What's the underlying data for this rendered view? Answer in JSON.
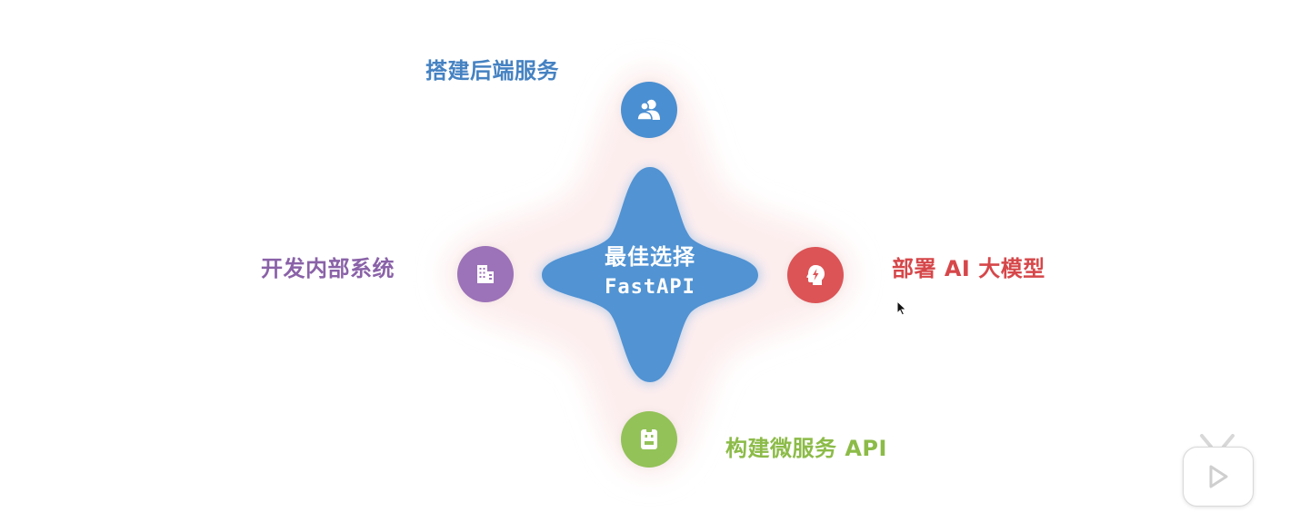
{
  "center": {
    "line1": "最佳选择",
    "line2": "FastAPI",
    "color": "#5193d3"
  },
  "nodes": {
    "top": {
      "label": "搭建后端服务",
      "icon": "users-icon",
      "color": "#4a8fd1"
    },
    "left": {
      "label": "开发内部系统",
      "icon": "building-icon",
      "color": "#9c72b8"
    },
    "right": {
      "label": "部署 AI 大模型",
      "icon": "brain-bolt-icon",
      "color": "#dc5456"
    },
    "bottom": {
      "label": "构建微服务 API",
      "icon": "badge-icon",
      "color": "#93c258"
    }
  },
  "background_glow_color": "#fdeeee",
  "overlay": {
    "icon": "play-icon"
  }
}
